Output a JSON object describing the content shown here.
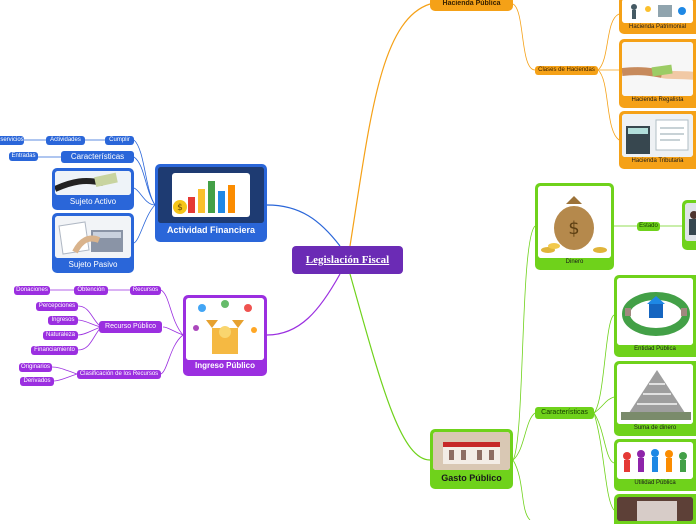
{
  "central": {
    "title": "Legislación Fiscal"
  },
  "actividad_financiera": {
    "title": "Actividad Financiera",
    "caracteristicas": "Características",
    "cumplir": "Cumplir",
    "actividades": "Actividades",
    "servicios": "servicios",
    "entradas": "Entradas",
    "sujeto_activo": "Sujeto Activo",
    "sujeto_pasivo": "Sujeto Pasivo"
  },
  "ingreso_publico": {
    "title": "Ingreso Público",
    "recursos": "Recursos",
    "obtencion": "Obtención",
    "donaciones": "Donaciones",
    "recurso_publico": "Recurso Público",
    "percepciones": "Percepciones",
    "ingresos": "Ingresos",
    "naturaleza": "Naturaleza",
    "financiamiento": "Financiamiento",
    "clasificacion": "Clasificación de los Recursos",
    "originarios": "Originarios",
    "derivados": "Derivados"
  },
  "hacienda_publica": {
    "title": "Hacienda Pública",
    "clases": "Clases de Haciendas",
    "patrimonial": "Hacienda Patrimonial",
    "regalista": "Hacienda Regalista",
    "tributaria": "Hacienda Tributaria"
  },
  "gasto_publico": {
    "title": "Gasto Público",
    "dinero": "Dinero",
    "estado": "Estado",
    "caracteristicas": "Características",
    "entidad_publica": "Entidad Pública",
    "suma_dinero": "Suma de dinero",
    "utilidad_publica": "Utilidad Pública"
  },
  "colors": {
    "central": "#6b2bb5",
    "blue": "#2a66d9",
    "purple": "#9b2fe0",
    "orange": "#f5a117",
    "green": "#6fd21b"
  }
}
